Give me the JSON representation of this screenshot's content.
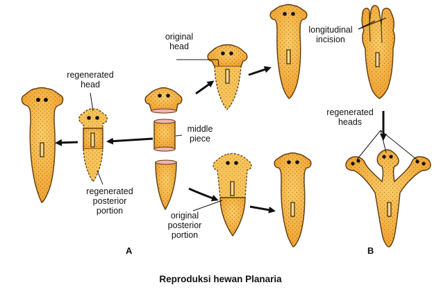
{
  "labels": {
    "original_head": [
      "original",
      "head"
    ],
    "regenerated_head": [
      "regenerated",
      "head"
    ],
    "middle_piece": [
      "middle",
      "piece"
    ],
    "regenerated_posterior": [
      "regenerated",
      "posterior",
      "portion"
    ],
    "original_posterior": [
      "original",
      "posterior",
      "portion"
    ],
    "longitudinal_incision": [
      "longitudinal",
      "incision"
    ],
    "regenerated_heads": [
      "regenerated",
      "heads"
    ]
  },
  "panel_a": "A",
  "panel_b": "B",
  "caption": "Reproduksi hewan Planaria",
  "colors": {
    "body_fill": "#f2a530",
    "body_highlight": "#f7c45a",
    "body_stroke": "#5a3a10",
    "dot": "#8a4a10",
    "arrow": "#111111",
    "background": "#ffffff"
  }
}
